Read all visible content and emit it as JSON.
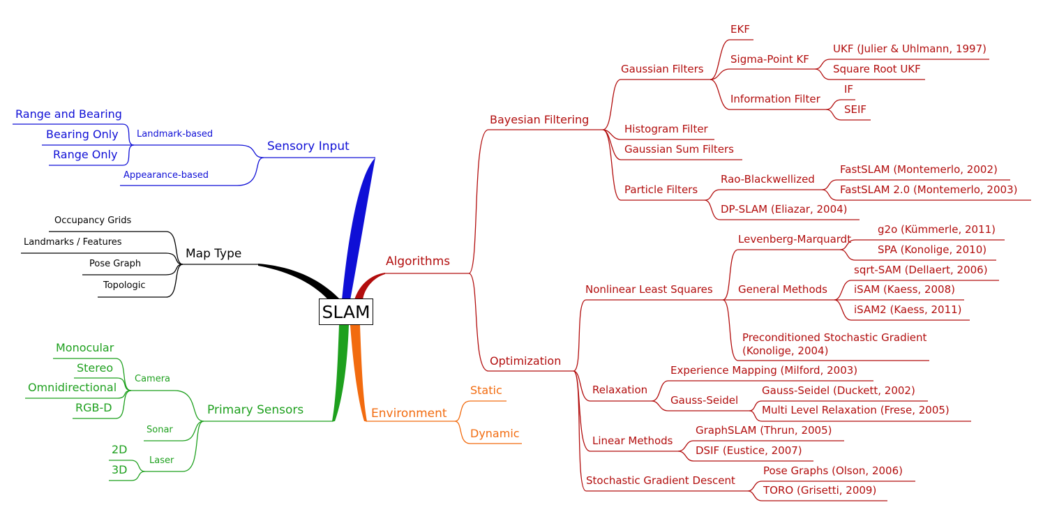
{
  "colors": {
    "sensory": "#0f0fd6",
    "map": "#000000",
    "sensors": "#1ea01e",
    "env": "#f26b0f",
    "algo": "#b20d0d"
  },
  "center": "SLAM",
  "sensory_input": {
    "title": "Sensory Input",
    "landmark_based": "Landmark-based",
    "appearance_based": "Appearance-based",
    "range_and_bearing": "Range and Bearing",
    "bearing_only": "Bearing Only",
    "range_only": "Range Only"
  },
  "map_type": {
    "title": "Map Type",
    "items": [
      "Occupancy Grids",
      "Landmarks / Features",
      "Pose Graph",
      "Topologic"
    ]
  },
  "primary_sensors": {
    "title": "Primary Sensors",
    "camera": "Camera",
    "camera_items": [
      "Monocular",
      "Stereo",
      "Omnidirectional",
      "RGB-D"
    ],
    "sonar": "Sonar",
    "laser": "Laser",
    "laser_items": [
      "2D",
      "3D"
    ]
  },
  "environment": {
    "title": "Environment",
    "items": [
      "Static",
      "Dynamic"
    ]
  },
  "algorithms": {
    "title": "Algorithms",
    "bayesian": {
      "title": "Bayesian Filtering",
      "gaussian": "Gaussian Filters",
      "ekf": "EKF",
      "sigma": "Sigma-Point KF",
      "ukf": "UKF (Julier & Uhlmann, 1997)",
      "sqrt_ukf": "Square Root UKF",
      "info": "Information Filter",
      "if": "IF",
      "seif": "SEIF",
      "histogram": "Histogram Filter",
      "gsum": "Gaussian Sum Filters",
      "particle": "Particle Filters",
      "rao": "Rao-Blackwellized",
      "fastslam": "FastSLAM (Montemerlo, 2002)",
      "fastslam2": "FastSLAM 2.0 (Montemerlo, 2003)",
      "dpslam": "DP-SLAM (Eliazar, 2004)"
    },
    "optimization": {
      "title": "Optimization",
      "nls": "Nonlinear Least Squares",
      "lm": "Levenberg-Marquardt",
      "g2o": "g2o (Kümmerle, 2011)",
      "spa": "SPA (Konolige, 2010)",
      "general": "General Methods",
      "sqrtsam": "sqrt-SAM (Dellaert, 2006)",
      "isam": "iSAM (Kaess, 2008)",
      "isam2": "iSAM2 (Kaess, 2011)",
      "psg_line1": "Preconditioned Stochastic Gradient",
      "psg_line2": "(Konolige, 2004)",
      "relaxation": "Relaxation",
      "expmap": "Experience Mapping (Milford, 2003)",
      "gs": "Gauss-Seidel",
      "gs_duckett": "Gauss-Seidel (Duckett, 2002)",
      "mlr": "Multi Level Relaxation (Frese, 2005)",
      "linear": "Linear Methods",
      "graphslam": "GraphSLAM (Thrun, 2005)",
      "dsif": "DSIF (Eustice, 2007)",
      "sgd": "Stochastic Gradient Descent",
      "posegraphs": "Pose Graphs (Olson, 2006)",
      "toro": "TORO (Grisetti, 2009)"
    }
  }
}
